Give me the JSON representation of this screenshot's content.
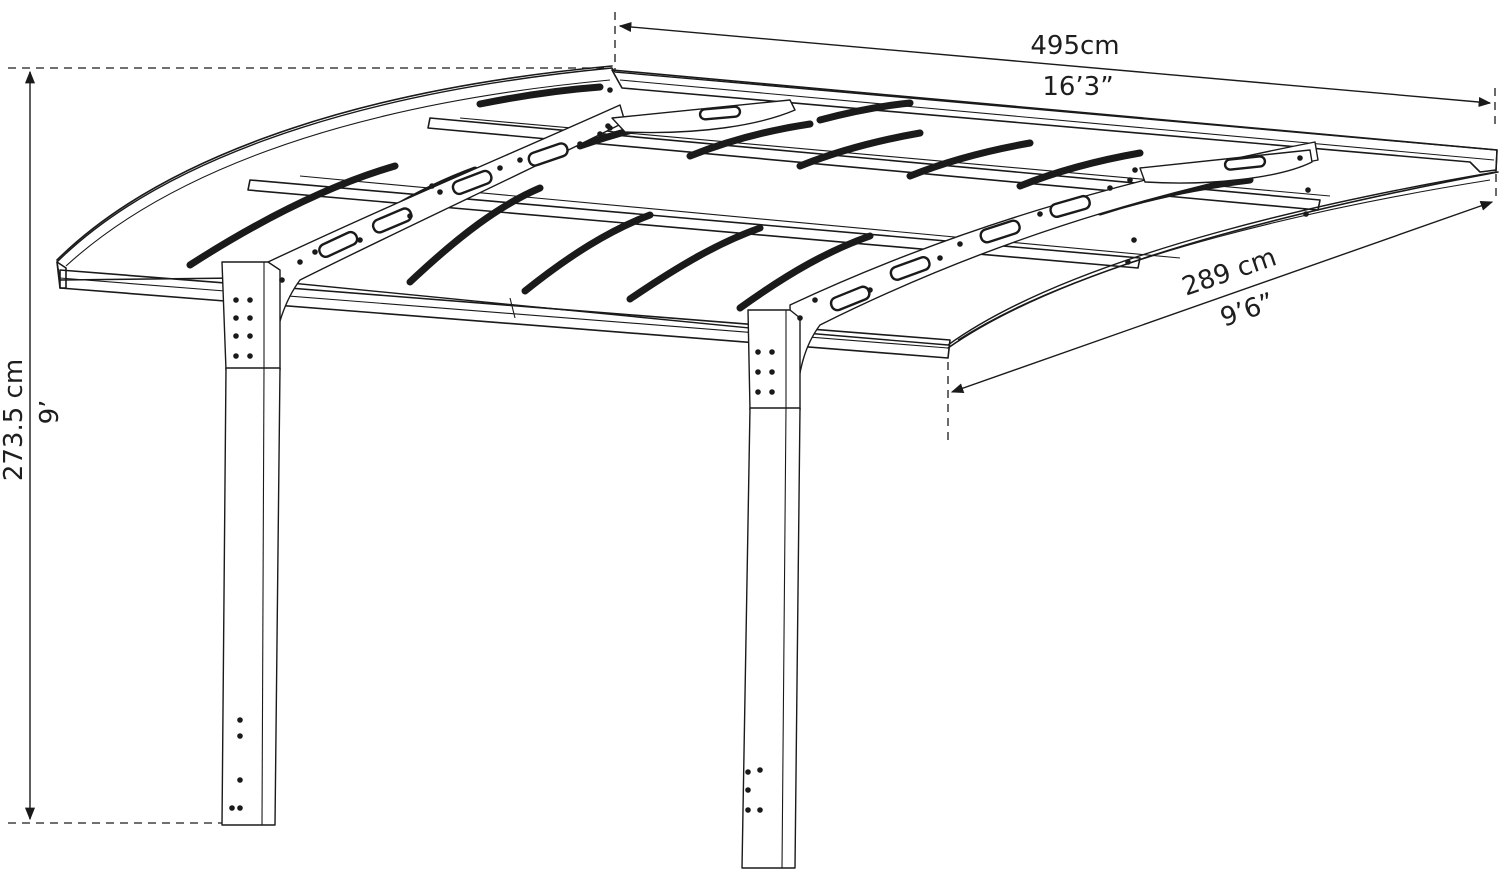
{
  "dimensions": {
    "width_cm": "495cm",
    "width_ft": "16’3”",
    "depth_cm": "289 cm",
    "depth_ft": "9’6”",
    "height_cm": "273.5 cm",
    "height_ft": "9’"
  }
}
